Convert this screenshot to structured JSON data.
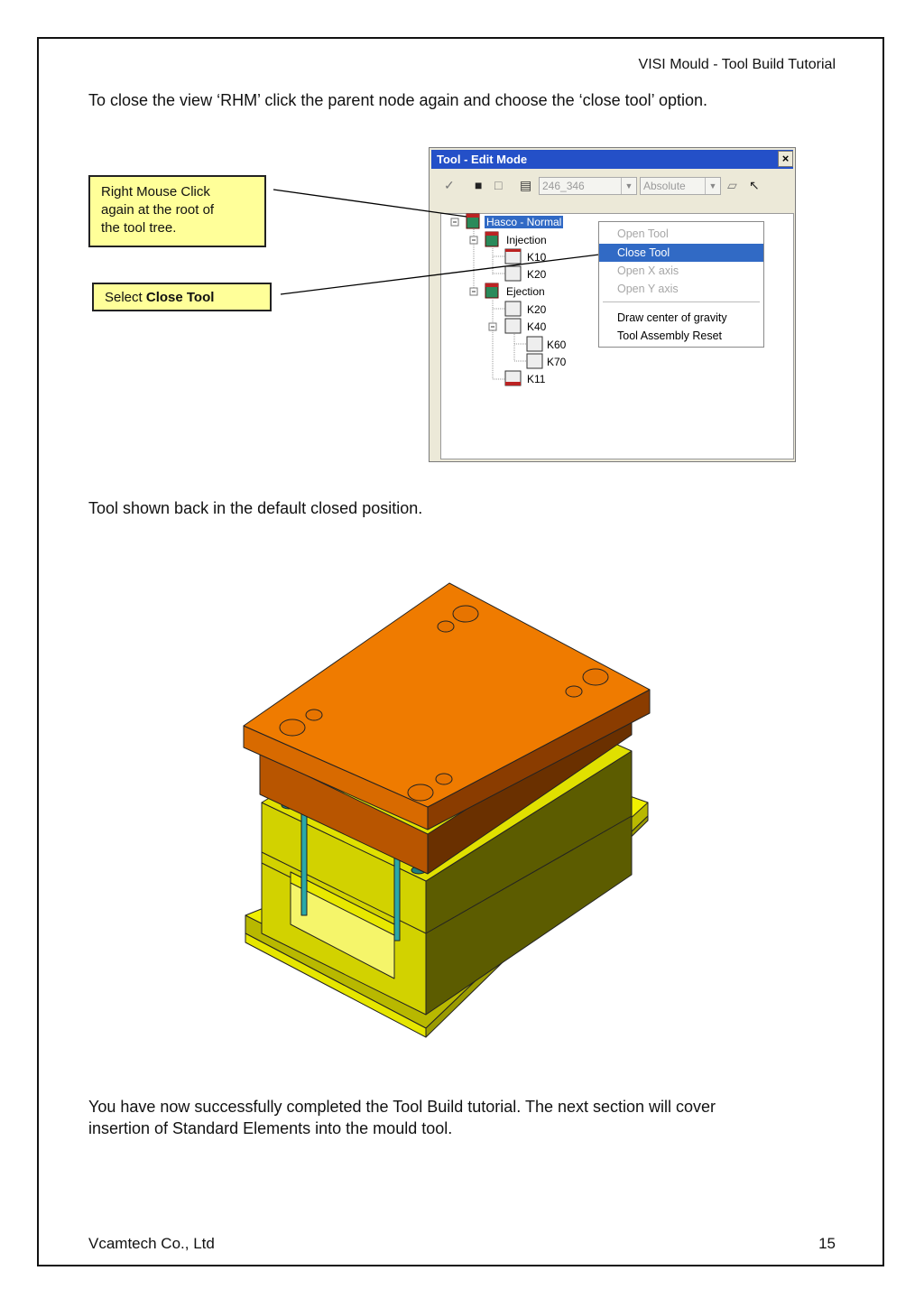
{
  "header": {
    "title": "VISI Mould - Tool Build Tutorial"
  },
  "intro_text": "To close the view ‘RHM’ click the parent node again and choose the ‘close tool’ option.",
  "callouts": {
    "right_click": {
      "line1": "Right Mouse Click",
      "line2": "again at the root of",
      "line3": "the tool tree."
    },
    "select_prefix": "Select ",
    "select_bold": "Close Tool"
  },
  "tool_panel": {
    "title": "Tool - Edit Mode",
    "close_glyph": "×",
    "combo_primary": "246_346",
    "combo_secondary": "Absolute",
    "tree": {
      "root": "Hasco - Normal",
      "injection": "Injection",
      "k10": "K10",
      "k20_inj": "K20",
      "ejection": "Ejection",
      "k20_ej": "K20",
      "k40": "K40",
      "k60": "K60",
      "k70": "K70",
      "k11": "K11"
    }
  },
  "context_menu": {
    "open_tool": "Open Tool",
    "close_tool": "Close Tool",
    "open_x": "Open X axis",
    "open_y": "Open Y axis",
    "draw_cog": "Draw center of gravity",
    "assembly_reset": "Tool Assembly Reset"
  },
  "caption_closed": "Tool shown back in the default closed position.",
  "conclusion": {
    "line1": "You have now successfully completed the Tool Build tutorial. The next section will cover",
    "line2": "insertion of Standard Elements into the mould tool."
  },
  "footer": {
    "company": "Vcamtech Co., Ltd",
    "page": "15"
  },
  "colors": {
    "selection": "#316ac5",
    "titlebar": "#2450c8",
    "callout_bg": "#ffff99",
    "top_plate": "#ef7b00",
    "mould_body": "#d8d800",
    "pin": "#2aa8a8"
  }
}
